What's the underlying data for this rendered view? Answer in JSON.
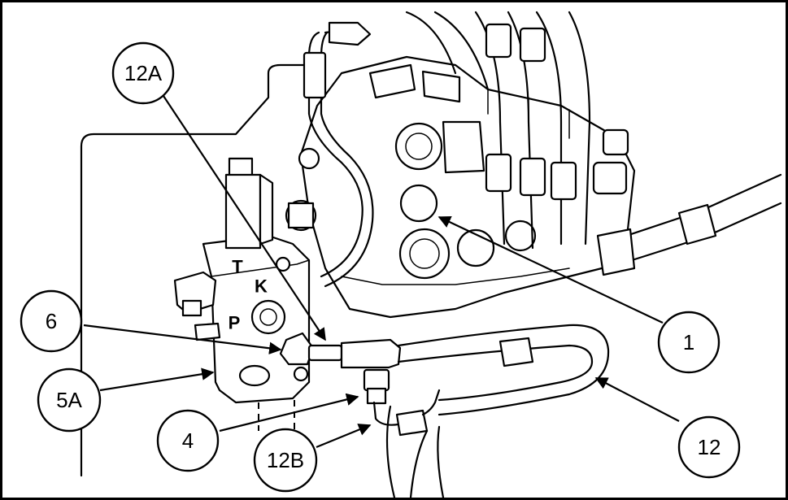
{
  "figure": {
    "callouts": [
      {
        "id": "c-12A",
        "label": "12A"
      },
      {
        "id": "c-6",
        "label": "6"
      },
      {
        "id": "c-5A",
        "label": "5A"
      },
      {
        "id": "c-4",
        "label": "4"
      },
      {
        "id": "c-12B",
        "label": "12B"
      },
      {
        "id": "c-12",
        "label": "12"
      },
      {
        "id": "c-1",
        "label": "1"
      }
    ],
    "port_labels": {
      "t": "T",
      "k": "K",
      "p": "P"
    }
  }
}
